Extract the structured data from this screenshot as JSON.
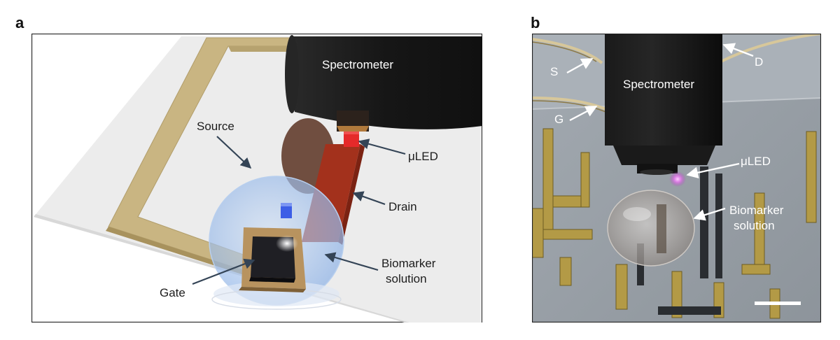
{
  "panel_a": {
    "letter": "a",
    "labels": {
      "spectrometer": "Spectrometer",
      "source": "Source",
      "uled": "μLED",
      "drain": "Drain",
      "biomarker_line1": "Biomarker",
      "biomarker_line2": "solution",
      "gate": "Gate"
    }
  },
  "panel_b": {
    "letter": "b",
    "labels": {
      "s": "S",
      "d": "D",
      "g": "G",
      "spectrometer": "Spectrometer",
      "uled": "μLED",
      "biomarker_line1": "Biomarker",
      "biomarker_line2": "solution"
    }
  },
  "colors": {
    "gold": "#c9b582",
    "spectrometer": "#1b1b1b",
    "led_red": "#e52a2a",
    "drain": "#a3311c",
    "droplet": "#a9c6ee",
    "arrow": "#344456"
  }
}
